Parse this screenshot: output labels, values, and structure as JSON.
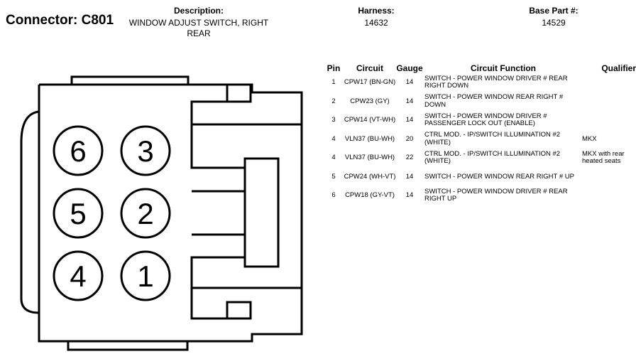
{
  "header": {
    "connector_label": "Connector: C801",
    "description_label": "Description:",
    "description_value": "WINDOW ADJUST SWITCH, RIGHT REAR",
    "harness_label": "Harness:",
    "harness_value": "14632",
    "base_part_label": "Base Part #:",
    "base_part_value": "14529"
  },
  "connector_face": {
    "pin_numbers": [
      "6",
      "3",
      "5",
      "2",
      "4",
      "1"
    ]
  },
  "table": {
    "columns": [
      "Pin",
      "Circuit",
      "Gauge",
      "Circuit Function",
      "Qualifier"
    ],
    "rows": [
      {
        "pin": "1",
        "circuit": "CPW17 (BN-GN)",
        "gauge": "14",
        "function": "SWITCH - POWER WINDOW DRIVER # REAR RIGHT DOWN",
        "qualifier": ""
      },
      {
        "pin": "2",
        "circuit": "CPW23 (GY)",
        "gauge": "14",
        "function": "SWITCH - POWER WINDOW REAR RIGHT # DOWN",
        "qualifier": ""
      },
      {
        "pin": "3",
        "circuit": "CPW14 (VT-WH)",
        "gauge": "14",
        "function": "SWITCH - POWER WINDOW DRIVER # PASSENGER LOCK OUT (ENABLE)",
        "qualifier": ""
      },
      {
        "pin": "4",
        "circuit": "VLN37 (BU-WH)",
        "gauge": "20",
        "function": "CTRL MOD. - IP/SWITCH ILLUMINATION #2 (WHITE)",
        "qualifier": "MKX"
      },
      {
        "pin": "4",
        "circuit": "VLN37 (BU-WH)",
        "gauge": "22",
        "function": "CTRL MOD. - IP/SWITCH ILLUMINATION #2 (WHITE)",
        "qualifier": "MKX with rear heated seats"
      },
      {
        "pin": "5",
        "circuit": "CPW24 (WH-VT)",
        "gauge": "14",
        "function": "SWITCH - POWER WINDOW REAR RIGHT # UP",
        "qualifier": ""
      },
      {
        "pin": "6",
        "circuit": "CPW18 (GY-VT)",
        "gauge": "14",
        "function": "SWITCH - POWER WINDOW DRIVER # REAR RIGHT UP",
        "qualifier": ""
      }
    ]
  }
}
